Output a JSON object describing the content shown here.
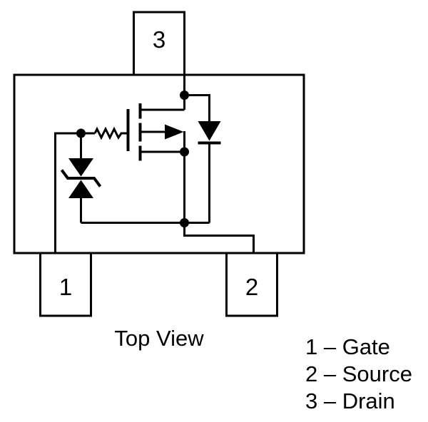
{
  "caption": "Top View",
  "pins": [
    {
      "number": "1",
      "function": "Gate",
      "legend_text": "1 – Gate"
    },
    {
      "number": "2",
      "function": "Source",
      "legend_text": "2 – Source"
    },
    {
      "number": "3",
      "function": "Drain",
      "legend_text": "3 – Drain"
    }
  ],
  "symbols": {
    "transistor": "p-channel-mosfet-icon",
    "body_diode": "body-diode-icon",
    "gate_resistor": "resistor-icon",
    "gate_protection": "back-to-back-zener-icon",
    "junctions": "junction-dot"
  },
  "colors": {
    "line": "#000000",
    "text": "#000000",
    "background": "#ffffff"
  }
}
